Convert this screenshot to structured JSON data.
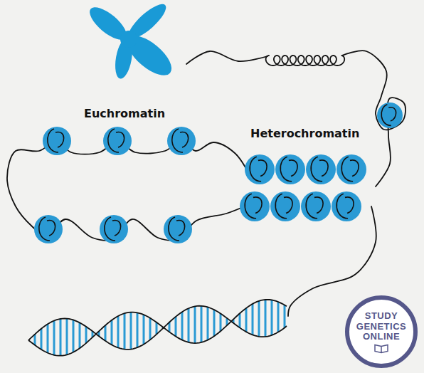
{
  "diagram": {
    "nodes": [
      {
        "text": [
          "STUDY GENETICS ONLINE"
        ]
      }
    ],
    "labels": [
      "Euchromatin",
      "Heterochromatin"
    ]
  }
}
